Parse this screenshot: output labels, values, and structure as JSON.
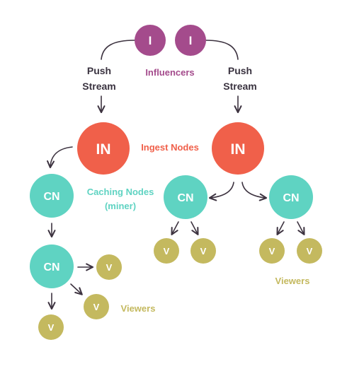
{
  "colors": {
    "influencer": "#a44b8c",
    "ingest": "#f0604a",
    "caching": "#5fd3c2",
    "viewer": "#c4b95f",
    "text_dark": "#3a3340",
    "arrow": "#3d3340"
  },
  "influencers": {
    "node_label": "I",
    "caption": "Influencers"
  },
  "push_stream": {
    "line1": "Push",
    "line2": "Stream"
  },
  "ingest": {
    "node_label": "IN",
    "caption": "Ingest Nodes"
  },
  "caching": {
    "node_label": "CN",
    "caption_line1": "Caching Nodes",
    "caption_line2": "(miner)"
  },
  "viewers": {
    "node_label": "V",
    "caption": "Viewers"
  }
}
